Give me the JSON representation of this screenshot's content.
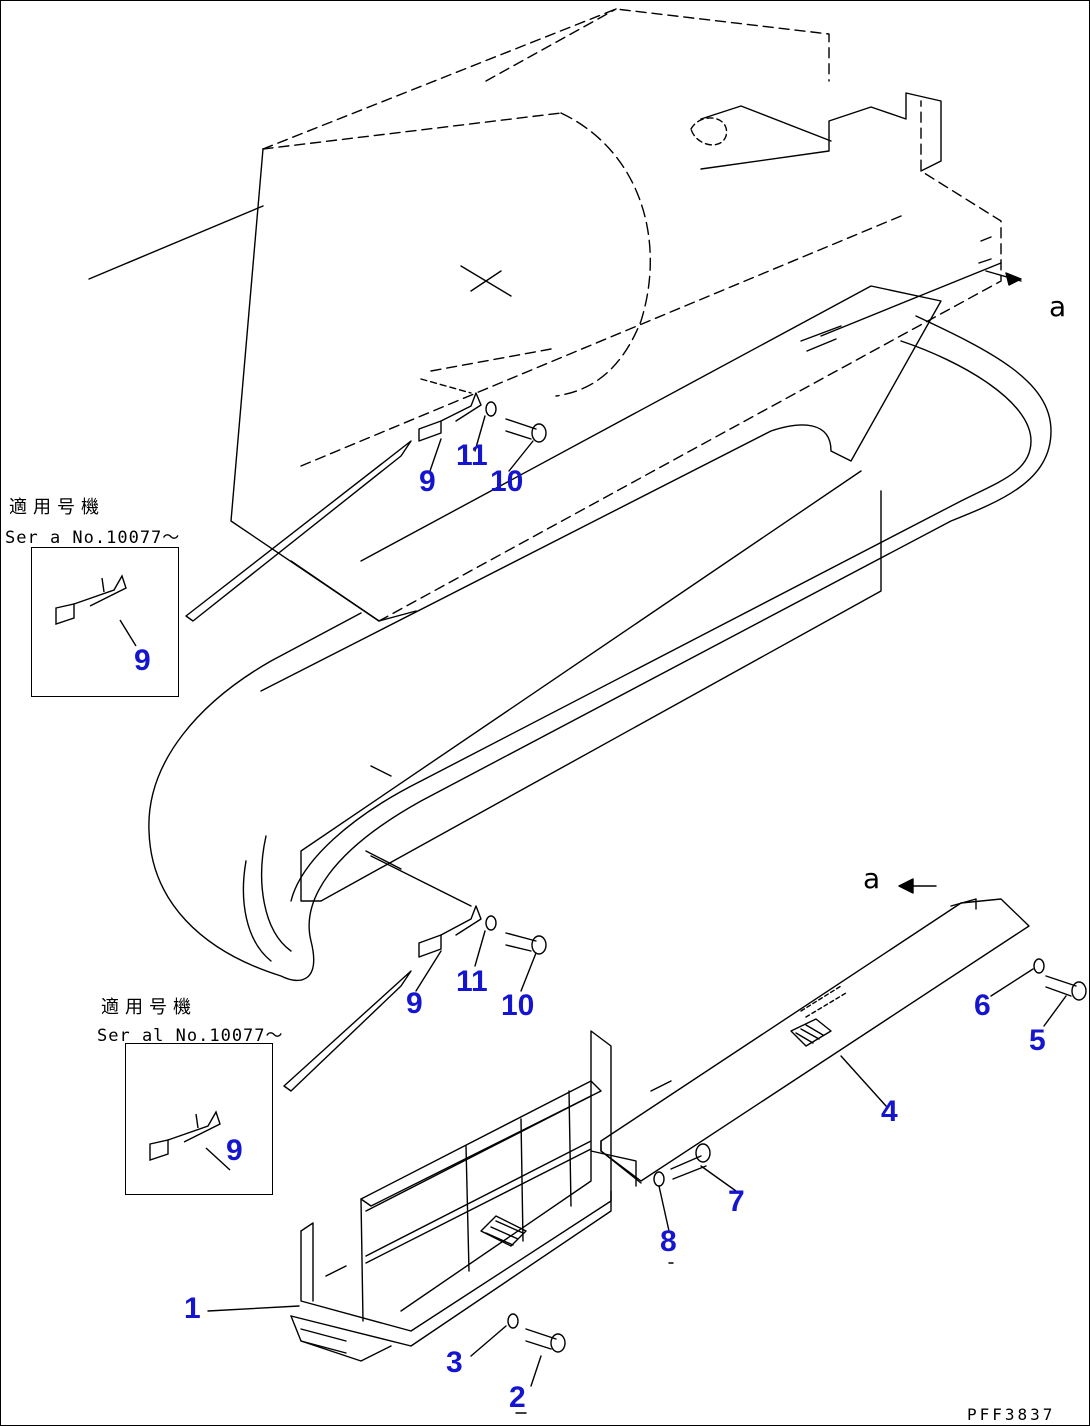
{
  "callout_color": "#1515d0",
  "reference_marker": "a",
  "callouts": {
    "c1": "1",
    "c2": "2",
    "c3": "3",
    "c4": "4",
    "c5": "5",
    "c6": "6",
    "c7": "7",
    "c8": "8",
    "c9_upper": "9",
    "c10_upper": "10",
    "c11_upper": "11",
    "c9_lower": "9",
    "c10_lower": "10",
    "c11_lower": "11",
    "c9_inset_upper": "9",
    "c9_inset_lower": "9"
  },
  "insets": {
    "upper": {
      "applicable_label": "適用号機",
      "serial_label": "Ser a  No.10077～"
    },
    "lower": {
      "applicable_label": "適用号機",
      "serial_label": "Ser al No.10077～"
    }
  },
  "drawing_number": "PFF3837"
}
